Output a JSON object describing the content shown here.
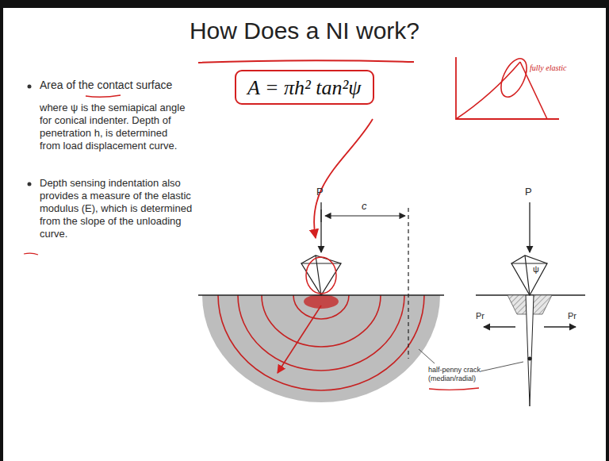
{
  "diagram": {
    "title": "How Does a NI work?",
    "nodes": [
      {
        "text": [
          "A = πh² tan²ψ"
        ]
      }
    ],
    "labels": [
      "Area of the contact surface",
      "where ψ is the semiapical angle for conical indenter. Depth of penetration h, is determined from load displacement curve.",
      "Depth sensing indentation also provides a measure of the elastic modulus (E), which is determined from the slope of the unloading curve.",
      "P",
      "c",
      "P",
      "ψ",
      "Pr",
      "Pr",
      "half-penny crack (median/radial)",
      "fully elastic"
    ]
  }
}
